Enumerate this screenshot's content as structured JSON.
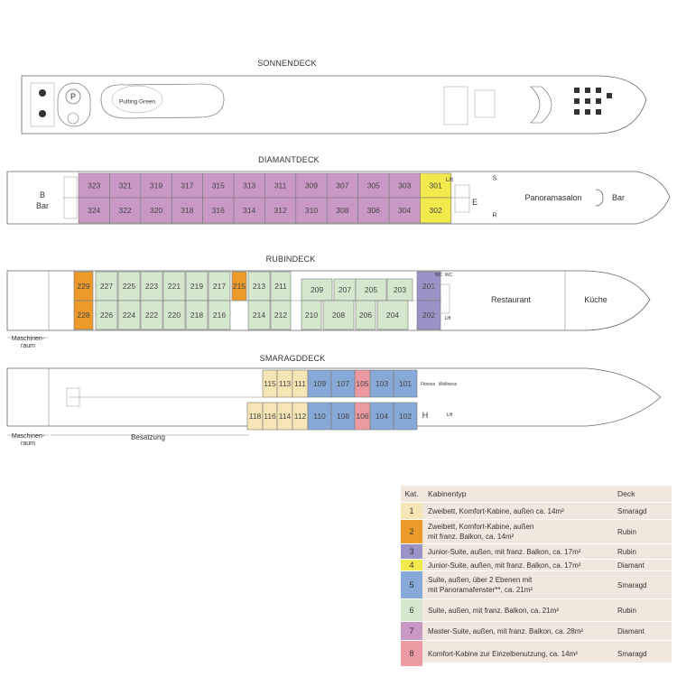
{
  "decks": {
    "sonnendeck": {
      "title": "SONNENDECK",
      "putting_green": "Putting Green",
      "pool_label": "P"
    },
    "diamantdeck": {
      "title": "DIAMANTDECK",
      "bar_b": "B",
      "bar_left": "Bar",
      "panoramasalon": "Panoramasalon",
      "bar_right": "Bar",
      "lift": "Lift",
      "e": "E",
      "s": "S",
      "r": "R",
      "top_cabins": [
        {
          "no": "323",
          "cat": "7"
        },
        {
          "no": "321",
          "cat": "7"
        },
        {
          "no": "319",
          "cat": "7"
        },
        {
          "no": "317",
          "cat": "7"
        },
        {
          "no": "315",
          "cat": "7"
        },
        {
          "no": "313",
          "cat": "7"
        },
        {
          "no": "311",
          "cat": "7"
        },
        {
          "no": "309",
          "cat": "7"
        },
        {
          "no": "307",
          "cat": "7"
        },
        {
          "no": "305",
          "cat": "7"
        },
        {
          "no": "303",
          "cat": "7"
        },
        {
          "no": "301",
          "cat": "4"
        }
      ],
      "bottom_cabins": [
        {
          "no": "324",
          "cat": "7"
        },
        {
          "no": "322",
          "cat": "7"
        },
        {
          "no": "320",
          "cat": "7"
        },
        {
          "no": "318",
          "cat": "7"
        },
        {
          "no": "316",
          "cat": "7"
        },
        {
          "no": "314",
          "cat": "7"
        },
        {
          "no": "312",
          "cat": "7"
        },
        {
          "no": "310",
          "cat": "7"
        },
        {
          "no": "308",
          "cat": "7"
        },
        {
          "no": "306",
          "cat": "7"
        },
        {
          "no": "304",
          "cat": "7"
        },
        {
          "no": "302",
          "cat": "4"
        }
      ]
    },
    "rubindeck": {
      "title": "RUBINDECK",
      "restaurant": "Restaurant",
      "kueche": "Küche",
      "wc1": "WC",
      "wc2": "WC",
      "lift": "Lift",
      "maschinenraum_1": "Maschinen-",
      "maschinenraum_2": "raum",
      "top_cabins": [
        {
          "no": "229",
          "cat": "2"
        },
        {
          "no": "227",
          "cat": "6"
        },
        {
          "no": "225",
          "cat": "6"
        },
        {
          "no": "223",
          "cat": "6"
        },
        {
          "no": "221",
          "cat": "6"
        },
        {
          "no": "219",
          "cat": "6"
        },
        {
          "no": "217",
          "cat": "6"
        },
        {
          "no": "215",
          "cat": "2"
        },
        {
          "no": "213",
          "cat": "6"
        },
        {
          "no": "211",
          "cat": "6"
        },
        {
          "no": "209",
          "cat": "6"
        },
        {
          "no": "207",
          "cat": "6"
        },
        {
          "no": "205",
          "cat": "6"
        },
        {
          "no": "203",
          "cat": "6"
        },
        {
          "no": "201",
          "cat": "3"
        }
      ],
      "bottom_cabins": [
        {
          "no": "228",
          "cat": "2"
        },
        {
          "no": "226",
          "cat": "6"
        },
        {
          "no": "224",
          "cat": "6"
        },
        {
          "no": "222",
          "cat": "6"
        },
        {
          "no": "220",
          "cat": "6"
        },
        {
          "no": "218",
          "cat": "6"
        },
        {
          "no": "216",
          "cat": "6"
        },
        {
          "no": "214",
          "cat": "6"
        },
        {
          "no": "212",
          "cat": "6"
        },
        {
          "no": "210",
          "cat": "6"
        },
        {
          "no": "208",
          "cat": "6"
        },
        {
          "no": "206",
          "cat": "6"
        },
        {
          "no": "204",
          "cat": "6"
        },
        {
          "no": "202",
          "cat": "3"
        }
      ]
    },
    "smaragddeck": {
      "title": "SMARAGDDECK",
      "fitness": "Fitness",
      "wellness": "Wellness",
      "h": "H",
      "lift": "Lift",
      "besatzung": "Besatzung",
      "maschinenraum_1": "Maschinen-",
      "maschinenraum_2": "raum",
      "top_cabins": [
        {
          "no": "115",
          "cat": "1"
        },
        {
          "no": "113",
          "cat": "1"
        },
        {
          "no": "111",
          "cat": "1"
        },
        {
          "no": "109",
          "cat": "5"
        },
        {
          "no": "107",
          "cat": "5"
        },
        {
          "no": "105",
          "cat": "8"
        },
        {
          "no": "103",
          "cat": "5"
        },
        {
          "no": "101",
          "cat": "5"
        }
      ],
      "bottom_cabins": [
        {
          "no": "118",
          "cat": "1"
        },
        {
          "no": "116",
          "cat": "1"
        },
        {
          "no": "114",
          "cat": "1"
        },
        {
          "no": "112",
          "cat": "1"
        },
        {
          "no": "110",
          "cat": "5"
        },
        {
          "no": "108",
          "cat": "5"
        },
        {
          "no": "106",
          "cat": "8"
        },
        {
          "no": "104",
          "cat": "5"
        },
        {
          "no": "102",
          "cat": "5"
        }
      ]
    }
  },
  "category_colors": {
    "1": "#f6e6b6",
    "2": "#ec9a2a",
    "3": "#9a93c8",
    "4": "#f1ea4d",
    "5": "#86a9d8",
    "6": "#d4e8cd",
    "7": "#c998c4",
    "8": "#ec9aa2"
  },
  "legend": {
    "header": {
      "kat": "Kat.",
      "typ": "Kabinentyp",
      "deck": "Deck"
    },
    "rows": [
      {
        "kat": "1",
        "typ_1": "Zweibett, Komfort-Kabine, außen ca. 14m²",
        "typ_2": "",
        "deck": "Smaragd"
      },
      {
        "kat": "2",
        "typ_1": "Zweibett, Komfort-Kabine, außen",
        "typ_2": "mit franz. Balkon, ca. 14m²",
        "deck": "Rubin"
      },
      {
        "kat": "3",
        "typ_1": "Junior-Suite, außen, mit franz. Balkon, ca. 17m²",
        "typ_2": "",
        "deck": "Rubin"
      },
      {
        "kat": "4",
        "typ_1": "Junior-Suite, außen, mit franz. Balkon, ca. 17m²",
        "typ_2": "",
        "deck": "Diamant"
      },
      {
        "kat": "5",
        "typ_1": "Suite, außen, über 2 Ebenen mit",
        "typ_2": "mit Panoramafenster**, ca. 21m²",
        "deck": "Smaragd"
      },
      {
        "kat": "6",
        "typ_1": "Suite, außen, mit franz. Balkon, ca. 21m²",
        "typ_2": "",
        "deck": "Rubin"
      },
      {
        "kat": "7",
        "typ_1": "Master-Suite, außen, mit franz. Balkon, ca. 28m²",
        "typ_2": "",
        "deck": "Diamant"
      },
      {
        "kat": "8",
        "typ_1": "Komfort-Kabine zur Einzelbenutzung, ca. 14m²",
        "typ_2": "",
        "deck": "Smaragd"
      }
    ]
  }
}
